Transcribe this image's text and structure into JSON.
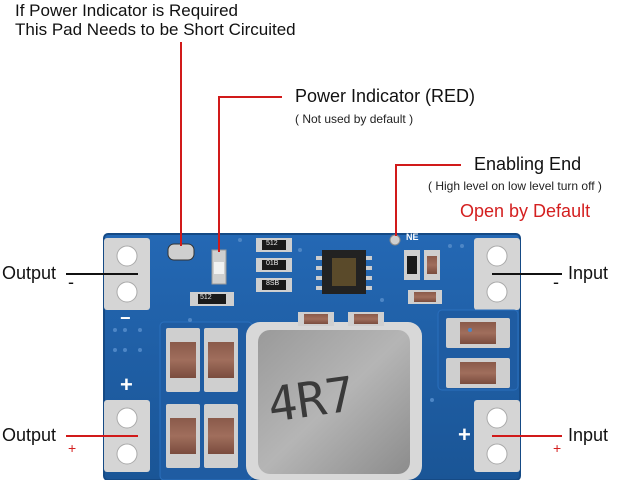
{
  "annotations": {
    "short_pad_note": [
      "If Power Indicator is Required",
      "This Pad Needs to be Short Circuited"
    ],
    "power_indicator": {
      "title": "Power Indicator (RED)",
      "subtitle": "( Not used by default )"
    },
    "enabling_end": {
      "title": "Enabling End",
      "subtitle": "( High level on low level turn off )",
      "default": "Open by Default"
    }
  },
  "terminals": {
    "output_neg": {
      "label": "Output",
      "sign": "-"
    },
    "input_neg": {
      "label": "Input",
      "sign": "-"
    },
    "output_pos": {
      "label": "Output",
      "sign": "+"
    },
    "input_pos": {
      "label": "Input",
      "sign": "+"
    }
  },
  "board": {
    "inductor_marking": "4R7",
    "silk_marks": {
      "minus": "−",
      "plus_left": "+",
      "plus_right": "+",
      "ne": "NE"
    },
    "resistor_codes": [
      "512",
      "01B",
      "8SB",
      "512"
    ],
    "colors": {
      "pcb": "#1e5fa8",
      "pcb_dark": "#174d8a",
      "wire_red": "#d11a1a",
      "pad": "#c9c9c9"
    }
  }
}
